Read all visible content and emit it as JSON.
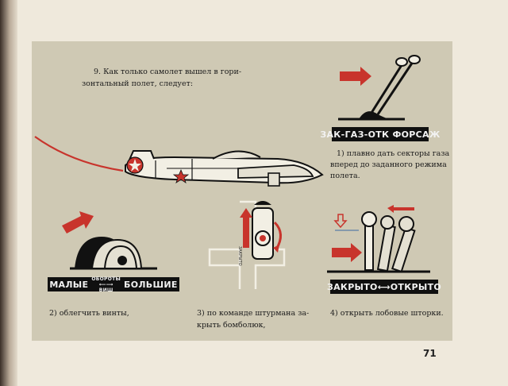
{
  "page_number": "71",
  "intro": {
    "line1": "9. Как только самолет вышел в гори-",
    "line2": "зонтальный полет, следует:"
  },
  "throttle_panel": {
    "banner": "ЗАК-ГАЗ-ОТК ФОРСАЖ",
    "caption_line1": "1) плавно дать секторы газа",
    "caption_line2": "вперед до заданного режима",
    "caption_line3": "полета."
  },
  "propeller_panel": {
    "left_label": "МАЛЫЕ",
    "top_label": "ОБОРОТЫ",
    "bottom_label": "ВИШ",
    "right_label": "БОЛЬШИЕ",
    "caption": "2) облегчить винты,"
  },
  "bomb_bay_panel": {
    "handle_label": "ЗАКРЫТО",
    "caption_line1": "3) по команде штурмана за-",
    "caption_line2": "крыть бомболюк,"
  },
  "shutters_panel": {
    "banner": "ЗАКРЫТО⟷ОТКРЫТО",
    "caption": "4) открыть лобовые шторки."
  },
  "colors": {
    "plate": "#cfc9b4",
    "arrow": "#c8342c",
    "ink": "#101010"
  }
}
